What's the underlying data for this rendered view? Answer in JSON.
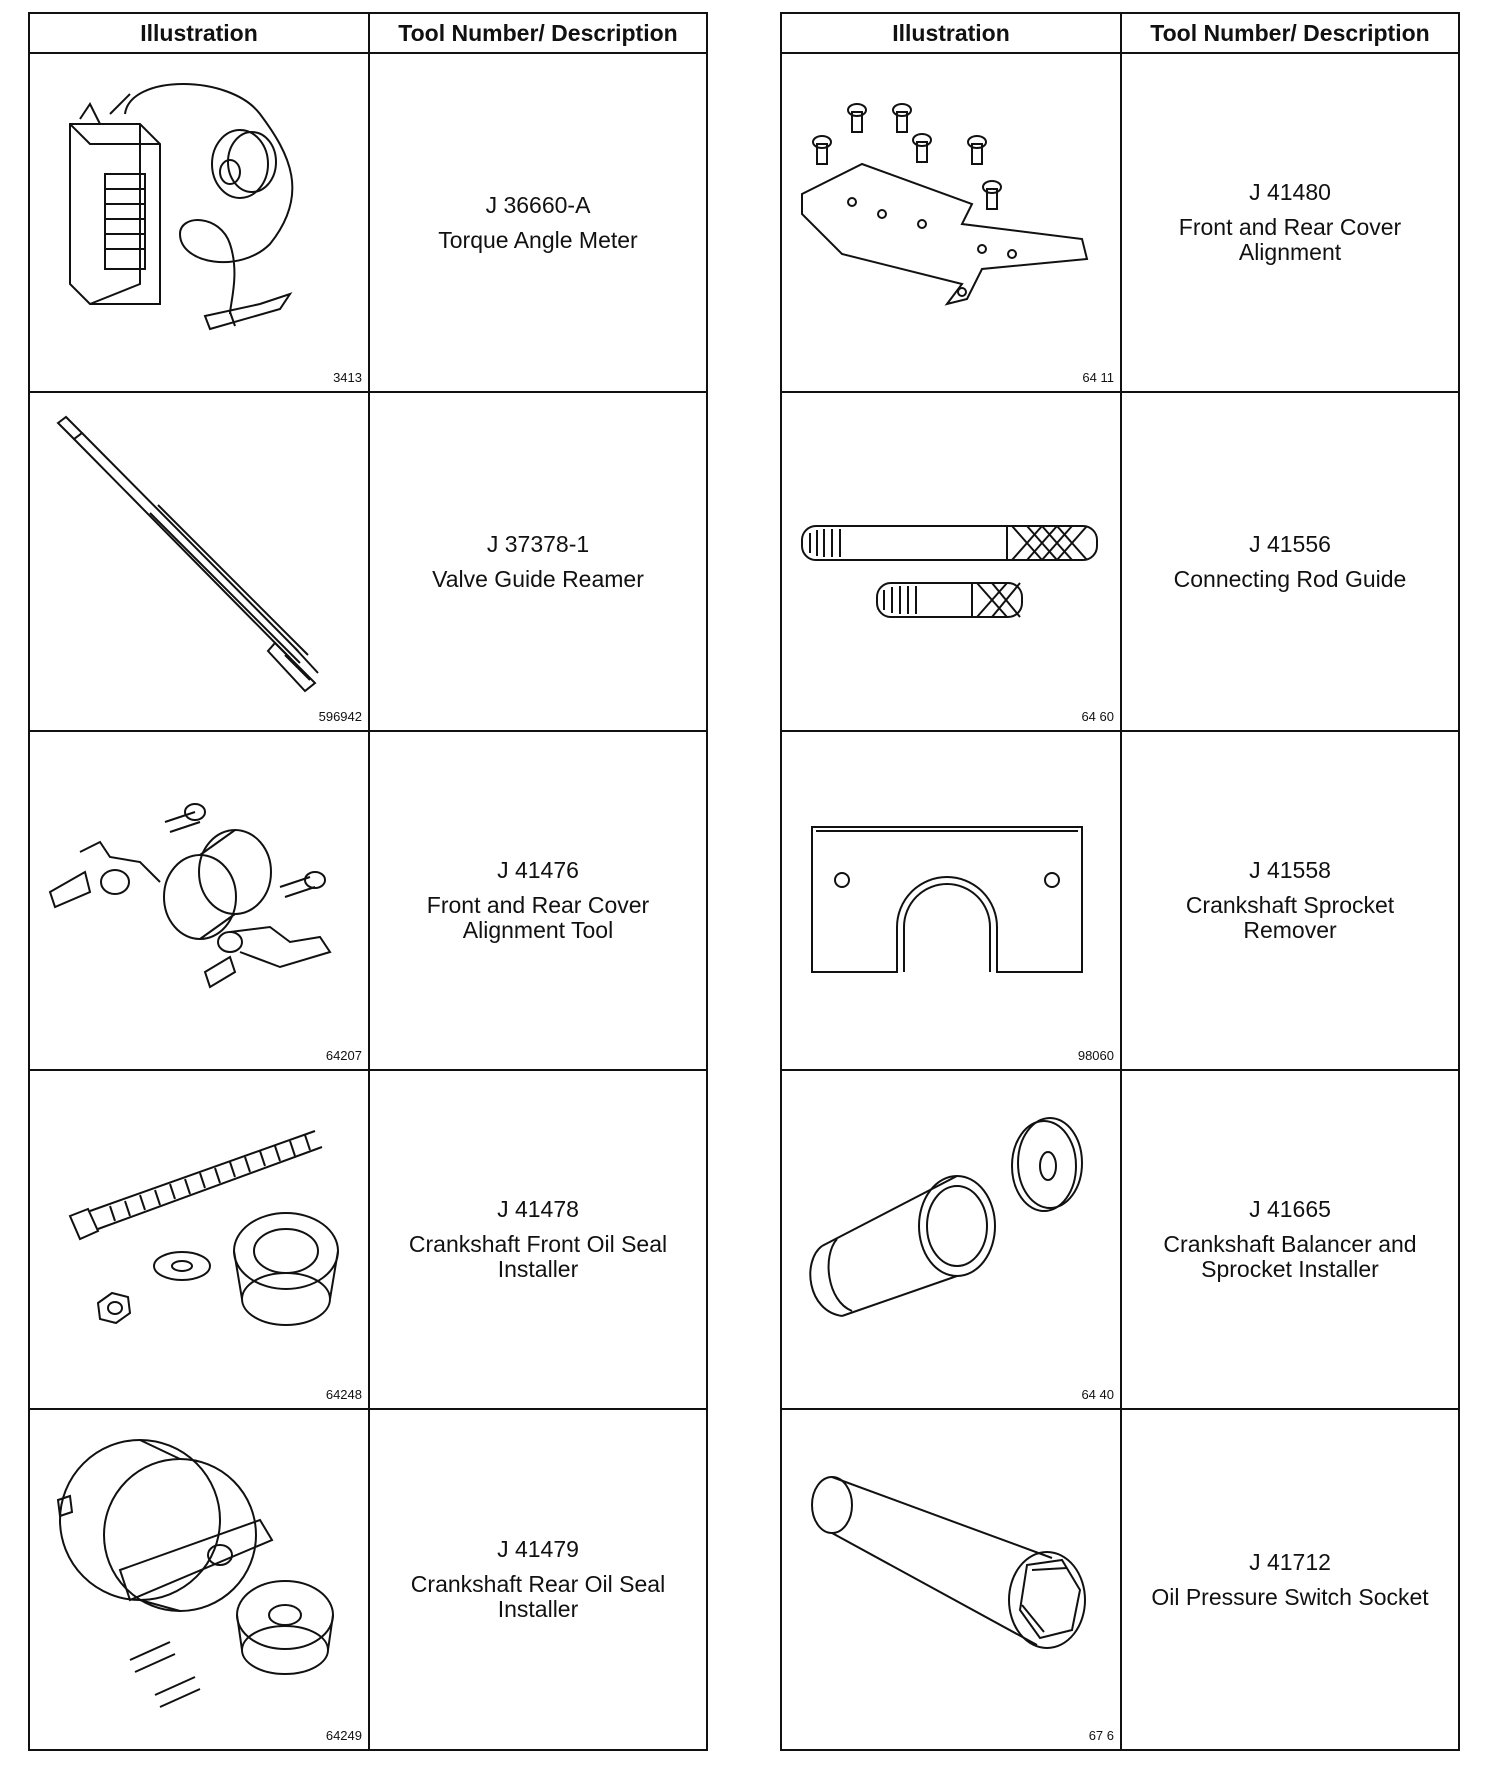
{
  "left_table": {
    "header": {
      "illustration": "Illustration",
      "description": "Tool Number/ Description"
    },
    "rows": [
      {
        "number": "J 36660-A",
        "description": "Torque Angle Meter",
        "figure": "3413"
      },
      {
        "number": "J 37378-1",
        "description": "Valve Guide Reamer",
        "figure": "596942"
      },
      {
        "number": "J 41476",
        "description": "Front and Rear Cover\nAlignment Tool",
        "figure": "64207"
      },
      {
        "number": "J 41478",
        "description": "Crankshaft Front Oil Seal\nInstaller",
        "figure": "64248"
      },
      {
        "number": "J 41479",
        "description": "Crankshaft Rear Oil Seal\nInstaller",
        "figure": "64249"
      }
    ]
  },
  "right_table": {
    "header": {
      "illustration": "Illustration",
      "description": "Tool Number/ Description"
    },
    "rows": [
      {
        "number": "J 41480",
        "description": "Front and Rear Cover\nAlignment",
        "figure": "64 11"
      },
      {
        "number": "J 41556",
        "description": "Connecting Rod Guide",
        "figure": "64 60"
      },
      {
        "number": "J 41558",
        "description": "Crankshaft Sprocket\nRemover",
        "figure": "98060"
      },
      {
        "number": "J 41665",
        "description": "Crankshaft Balancer and\nSprocket Installer",
        "figure": "64 40"
      },
      {
        "number": "J 41712",
        "description": "Oil Pressure Switch Socket",
        "figure": "67 6"
      }
    ]
  }
}
